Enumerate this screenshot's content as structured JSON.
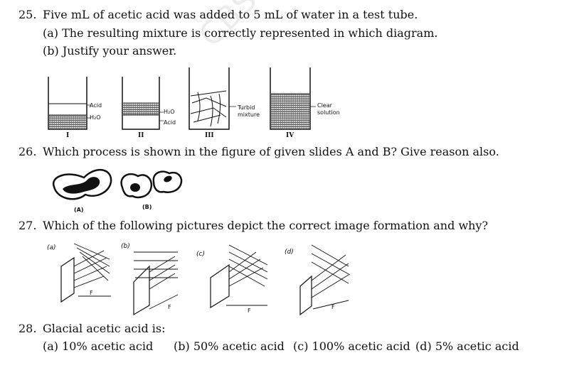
{
  "questions": [
    {
      "number": "25.",
      "text": "Five mL of acetic acid was added to 5 mL of water in a test tube.",
      "parts": [
        "(a) The resulting mixture is correctly represented in which diagram.",
        "(b) Justify your answer."
      ]
    },
    {
      "number": "26.",
      "text": "Which process is shown in the figure of given slides A and B? Give reason also."
    },
    {
      "number": "27.",
      "text": "Which of the following pictures depict the correct image formation and why?"
    },
    {
      "number": "28.",
      "text": "Glacial acetic acid is:",
      "options": [
        "(a) 10% acetic acid",
        "(b) 50% acetic acid",
        "(c) 100% acetic acid",
        "(d) 5% acetic acid"
      ]
    }
  ],
  "q25_figure": {
    "labels": {
      "acid": "Acid",
      "h2o": "H₂O",
      "turbid": "Turbid",
      "mixture": "mixture",
      "clear": "Clear",
      "solution": "solution"
    },
    "romans": [
      "I",
      "II",
      "III",
      "IV"
    ]
  },
  "q26_figure": {
    "labels": [
      "(A)",
      "(B)"
    ]
  },
  "q27_figure": {
    "labels": [
      "(a)",
      "(b)",
      "(c)",
      "(d)"
    ],
    "focus": "F"
  },
  "watermark": "CBSE"
}
